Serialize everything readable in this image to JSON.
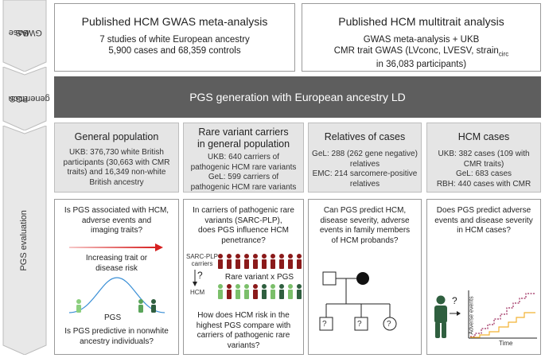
{
  "stages": {
    "base": [
      "Base",
      "GWAS"
    ],
    "generation": [
      "PGS",
      "generation"
    ],
    "evaluation": "PGS evaluation"
  },
  "top_boxes": {
    "left": {
      "title": "Published HCM GWAS meta-analysis",
      "line1": "7 studies of white European ancestry",
      "line2": "5,900 cases and 68,359 controls"
    },
    "right": {
      "title": "Published HCM multitrait analysis",
      "line1": "GWAS meta-analysis + UKB",
      "line2_pre": "CMR trait GWAS (LVconc, LVESV, strain",
      "line2_sub": "circ",
      "line3": "in 36,083 participants)"
    }
  },
  "pgs_bar": "PGS generation with European ancestry LD",
  "columns": [
    {
      "title": "General population",
      "body": [
        "UKB: 376,730 white British",
        "participants (30,663 with CMR",
        "traits) and 16,349 non-white",
        "British ancestry"
      ]
    },
    {
      "title": [
        "Rare variant carriers",
        "in general population"
      ],
      "body": [
        "UKB: 640 carriers of",
        "pathogenic HCM rare variants",
        "GeL: 599 carriers of",
        "pathogenic HCM rare variants"
      ]
    },
    {
      "title": "Relatives of cases",
      "body": [
        "GeL: 288 (262 gene negative)",
        "relatives",
        "EMC: 214 sarcomere-positive",
        "relatives"
      ]
    },
    {
      "title": "HCM cases",
      "body": [
        "UKB: 382 cases (109 with",
        "CMR traits)",
        "GeL: 683 cases",
        "RBH: 440 cases with CMR"
      ]
    }
  ],
  "eval": {
    "general": {
      "q1": [
        "Is PGS associated with HCM,",
        "adverse events and",
        "imaging traits?"
      ],
      "risk": [
        "Increasing trait or",
        "disease risk"
      ],
      "pgs": "PGS",
      "q2": [
        "Is PGS predictive in nonwhite",
        "ancestry individuals?"
      ]
    },
    "rare": {
      "q1": [
        "In carriers of pathogenic rare",
        "variants (SARC-PLP),",
        "does PGS influence HCM",
        "penetrance?"
      ],
      "carriers_label": [
        "SARC-PLP",
        "carriers"
      ],
      "qmark": "?",
      "hcm_label": "HCM",
      "rv_pgs": "Rare variant x PGS",
      "q2": [
        "How does HCM risk in the",
        "highest PGS compare with",
        "carriers of pathogenic rare",
        "variants?"
      ]
    },
    "relatives": {
      "q1": [
        "Can PGS predict HCM,",
        "disease severity, adverse",
        "events in family members",
        "of HCM probands?"
      ],
      "qmark": "?"
    },
    "cases": {
      "q1": [
        "Does PGS predict adverse",
        "events and disease severity",
        "in HCM cases?"
      ],
      "qmark": "?",
      "ylabel": "Adverse events",
      "xlabel": "Time"
    }
  },
  "colors": {
    "dark_red": "#8b1a1a",
    "green": "#7bbf6a",
    "dark_green": "#2f5f3f",
    "gold": "#f2b233",
    "purple": "#9c2a5c",
    "bar": "#5e5e5e",
    "grey_box": "#e5e5e5"
  }
}
